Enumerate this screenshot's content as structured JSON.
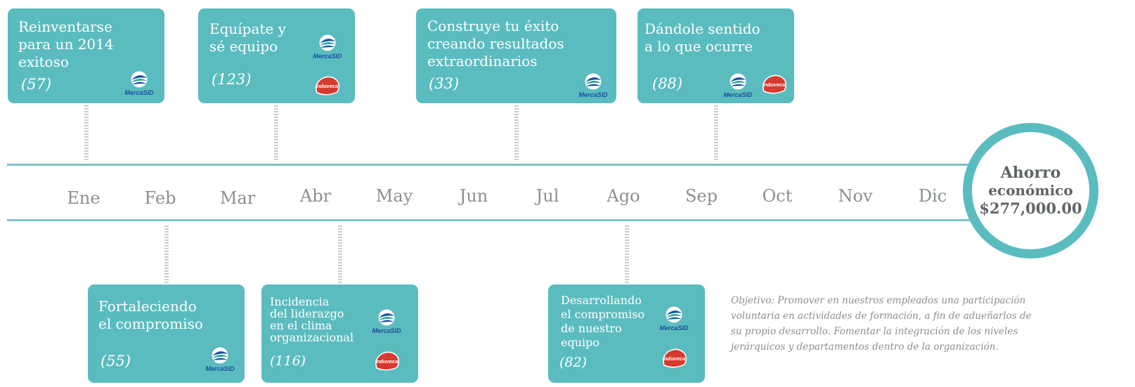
{
  "months": [
    "Ene",
    "Feb",
    "Mar",
    "Abr",
    "May",
    "Jun",
    "Jul",
    "Ago",
    "Sep",
    "Oct",
    "Nov",
    "Dic"
  ],
  "top_cards": [
    {
      "title_lines": [
        "Reinventarse",
        "para un 2014",
        "exitoso"
      ],
      "count": "(57)"
    },
    {
      "title_lines": [
        "Equípate y",
        "sé equipo"
      ],
      "count": "(123)"
    },
    {
      "title_lines": [
        "Construye tu éxito",
        "creando resultados",
        "extraordinarios"
      ],
      "count": "(33)"
    },
    {
      "title_lines": [
        "Dándole sentido",
        "a lo que ocurre"
      ],
      "count": "(88)"
    }
  ],
  "bottom_cards": [
    {
      "title_lines": [
        "Fortaleciendo",
        "el compromiso"
      ],
      "count": "(55)"
    },
    {
      "title_lines": [
        "Incidencia",
        "del liderazgo",
        "en el clima",
        "organizacional"
      ],
      "count": "(116)"
    },
    {
      "title_lines": [
        "Desarrollando",
        "el compromiso",
        "de nuestro",
        "equipo"
      ],
      "count": "(82)"
    }
  ],
  "logos": {
    "mercasid": "MercaSID",
    "induveca": "Induveca"
  },
  "savings": {
    "line1": "Ahorro",
    "line2": "económico",
    "amount": "$277,000.00"
  },
  "objective": "Objetivo: Promover en nuestros empleados una participación voluntaria en actividades de formación, a fin de adueñarlos de su propio desarrollo. Fomentar la integración de los niveles jerárquicos y departamentos dentro de la organización.",
  "colors": {
    "card": "#5bbcbf",
    "line": "#7cc4c6",
    "text_gray": "#8a8f92",
    "induveca_red": "#d73a2f",
    "mercasid_blue": "#1b4f9c",
    "mercasid_green": "#2aa5a0"
  }
}
